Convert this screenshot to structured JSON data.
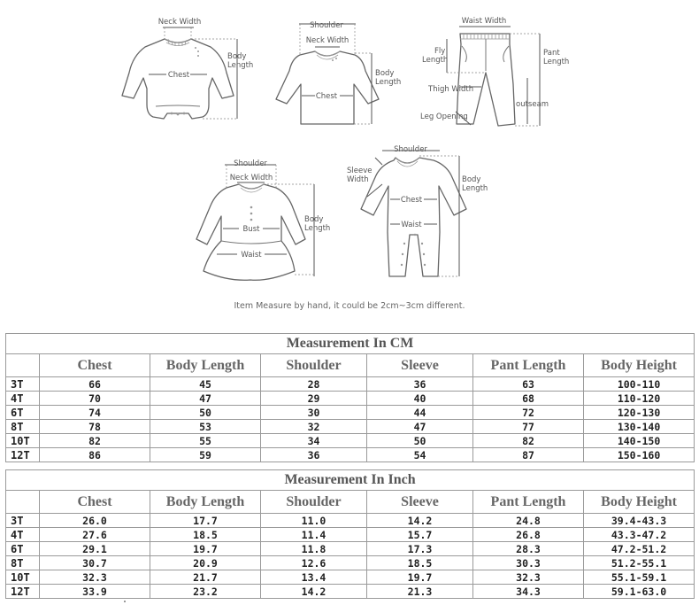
{
  "diagram": {
    "bodysuit": {
      "neck_width": "Neck Width",
      "chest": "Chest",
      "body_length": [
        "Body",
        "Length"
      ]
    },
    "top": {
      "shoulder": "Shoulder",
      "neck_width": "Neck Width",
      "chest": "Chest",
      "body_length": [
        "Body",
        "Length"
      ]
    },
    "pants": {
      "waist_width": "Waist Width",
      "fly_length": [
        "Fly",
        "Length"
      ],
      "pant_length": [
        "Pant",
        "Length"
      ],
      "thigh_width": "Thigh Width",
      "leg_opening": "Leg Opening",
      "outseam": "outseam"
    },
    "dress": {
      "shoulder": "Shoulder",
      "neck_width": "Neck Width",
      "bust": "Bust",
      "waist": "Waist",
      "body_length": [
        "Body",
        "Length"
      ]
    },
    "romper": {
      "shoulder": "Shoulder",
      "sleeve_width": [
        "Sleeve",
        "Width"
      ],
      "chest": "Chest",
      "waist": "Waist",
      "body_length": [
        "Body",
        "Length"
      ]
    }
  },
  "note": "Item Measure by hand, it could be 2cm~3cm different.",
  "tables": {
    "cm": {
      "title": "Measurement In CM",
      "headers": [
        "",
        "Chest",
        "Body Length",
        "Shoulder",
        "Sleeve",
        "Pant Length",
        "Body Height"
      ],
      "rows": [
        [
          "3T",
          "66",
          "45",
          "28",
          "36",
          "63",
          "100-110"
        ],
        [
          "4T",
          "70",
          "47",
          "29",
          "40",
          "68",
          "110-120"
        ],
        [
          "6T",
          "74",
          "50",
          "30",
          "44",
          "72",
          "120-130"
        ],
        [
          "8T",
          "78",
          "53",
          "32",
          "47",
          "77",
          "130-140"
        ],
        [
          "10T",
          "82",
          "55",
          "34",
          "50",
          "82",
          "140-150"
        ],
        [
          "12T",
          "86",
          "59",
          "36",
          "54",
          "87",
          "150-160"
        ]
      ]
    },
    "inch": {
      "title": "Measurement In Inch",
      "headers": [
        "",
        "Chest",
        "Body Length",
        "Shoulder",
        "Sleeve",
        "Pant Length",
        "Body Height"
      ],
      "rows": [
        [
          "3T",
          "26.0",
          "17.7",
          "11.0",
          "14.2",
          "24.8",
          "39.4-43.3"
        ],
        [
          "4T",
          "27.6",
          "18.5",
          "11.4",
          "15.7",
          "26.8",
          "43.3-47.2"
        ],
        [
          "6T",
          "29.1",
          "19.7",
          "11.8",
          "17.3",
          "28.3",
          "47.2-51.2"
        ],
        [
          "8T",
          "30.7",
          "20.9",
          "12.6",
          "18.5",
          "30.3",
          "51.2-55.1"
        ],
        [
          "10T",
          "32.3",
          "21.7",
          "13.4",
          "19.7",
          "32.3",
          "55.1-59.1"
        ],
        [
          "12T",
          "33.9",
          "23.2",
          "14.2",
          "21.3",
          "34.3",
          "59.1-63.0"
        ]
      ]
    }
  }
}
